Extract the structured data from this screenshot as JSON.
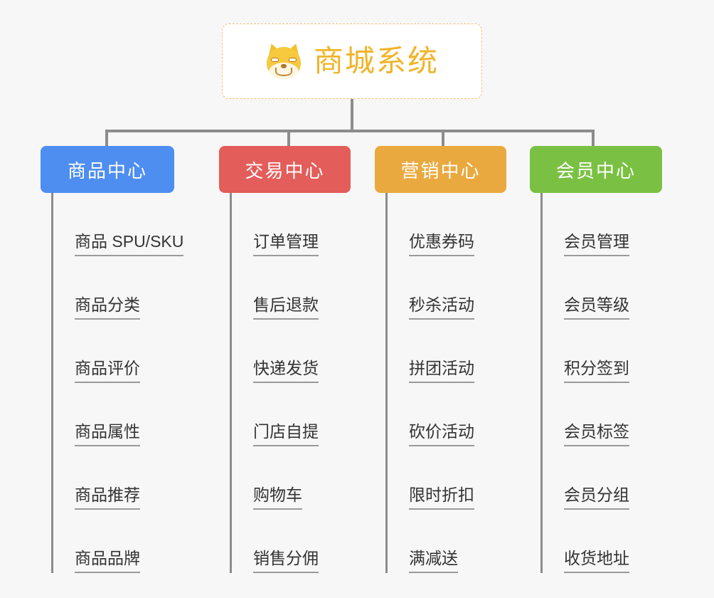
{
  "page": {
    "background_color": "#f7f7f7",
    "diagram_type": "organization-tree"
  },
  "root": {
    "title": "商城系统",
    "icon": "shiba-dog-icon",
    "text_color": "#f0b429",
    "border_color": "#edc277",
    "background_color": "#ffffff"
  },
  "columns": [
    {
      "header": "商品中心",
      "color": "#4d8ef0",
      "items": [
        "商品 SPU/SKU",
        "商品分类",
        "商品评价",
        "商品属性",
        "商品推荐",
        "商品品牌"
      ]
    },
    {
      "header": "交易中心",
      "color": "#e35d5b",
      "items": [
        "订单管理",
        "售后退款",
        "快递发货",
        "门店自提",
        "购物车",
        "销售分佣"
      ]
    },
    {
      "header": "营销中心",
      "color": "#eaa93e",
      "items": [
        "优惠券码",
        "秒杀活动",
        "拼团活动",
        "砍价活动",
        "限时折扣",
        "满减送"
      ]
    },
    {
      "header": "会员中心",
      "color": "#7ac143",
      "items": [
        "会员管理",
        "会员等级",
        "积分签到",
        "会员标签",
        "会员分组",
        "收货地址"
      ]
    }
  ],
  "connector": {
    "color": "#8c8c8c"
  }
}
